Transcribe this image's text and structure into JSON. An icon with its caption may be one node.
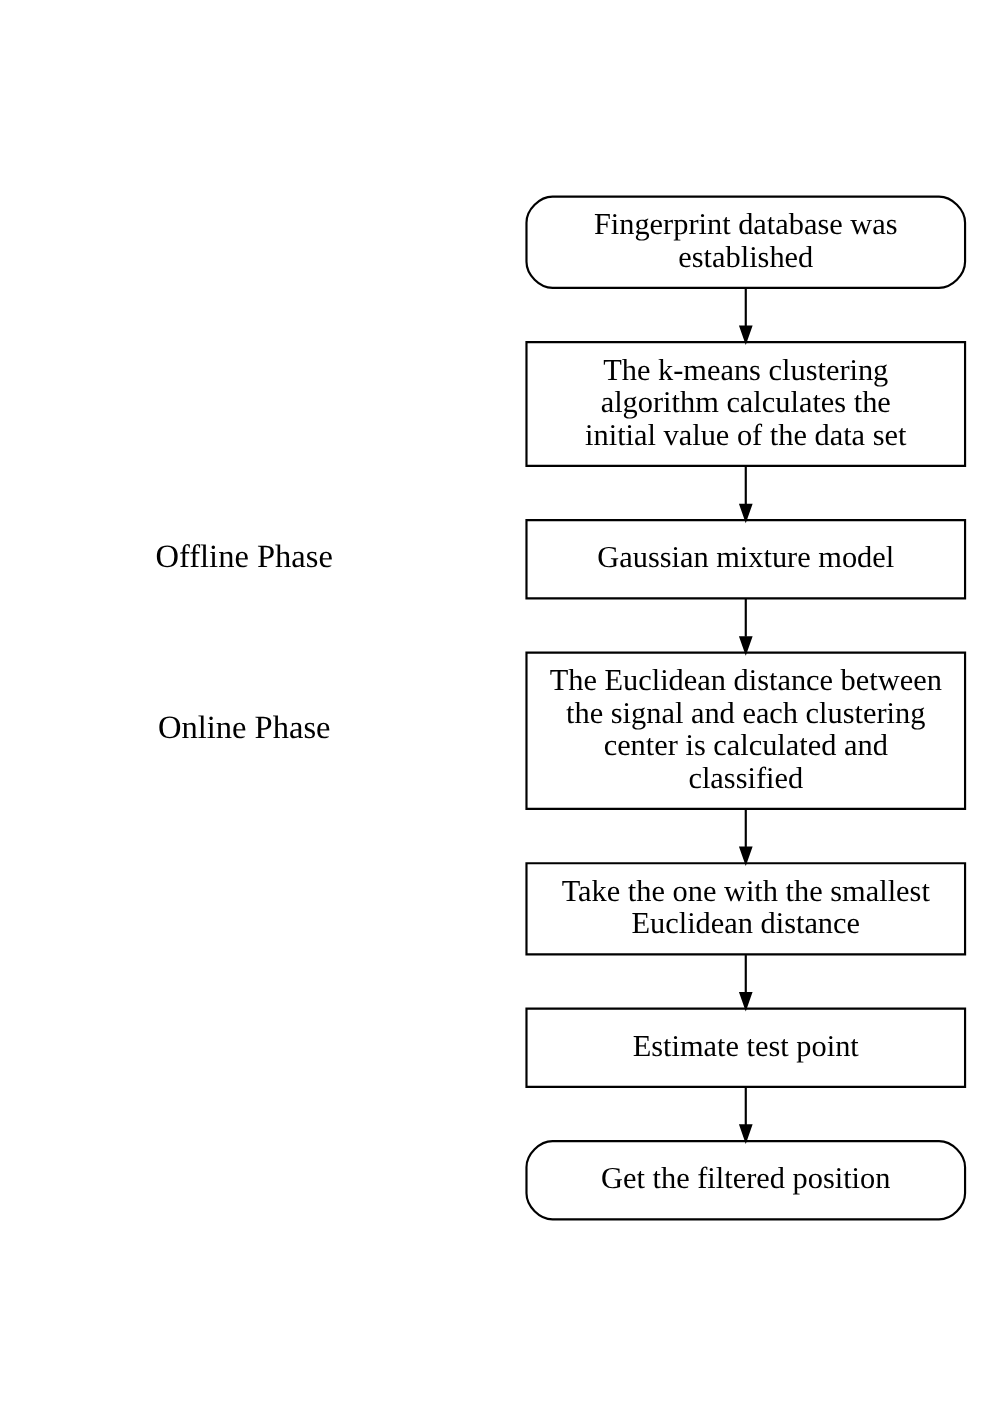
{
  "diagram": {
    "nodes": [
      {
        "text": [
          "Fingerprint database was established"
        ]
      },
      {
        "text": [
          "The k-means clustering algorithm calculates the initial value of the data set"
        ]
      },
      {
        "text": [
          "Gaussian mixture model"
        ]
      },
      {
        "text": [
          "The Euclidean distance between the signal and each clustering center is calculated and classified"
        ]
      },
      {
        "text": [
          "Take the one with the smallest Euclidean distance"
        ]
      },
      {
        "text": [
          "Estimate test point"
        ]
      },
      {
        "text": [
          "Get the filtered position"
        ]
      }
    ],
    "edges": [
      {
        "from": 0,
        "to": 1,
        "arrow": "to"
      },
      {
        "from": 1,
        "to": 2,
        "arrow": "to"
      },
      {
        "from": 2,
        "to": 3,
        "arrow": "to"
      },
      {
        "from": 3,
        "to": 4,
        "arrow": "to"
      },
      {
        "from": 4,
        "to": 5,
        "arrow": "to"
      },
      {
        "from": 5,
        "to": 6,
        "arrow": "to"
      }
    ],
    "labels": [
      "Offline Phase",
      "Online Phase"
    ]
  }
}
